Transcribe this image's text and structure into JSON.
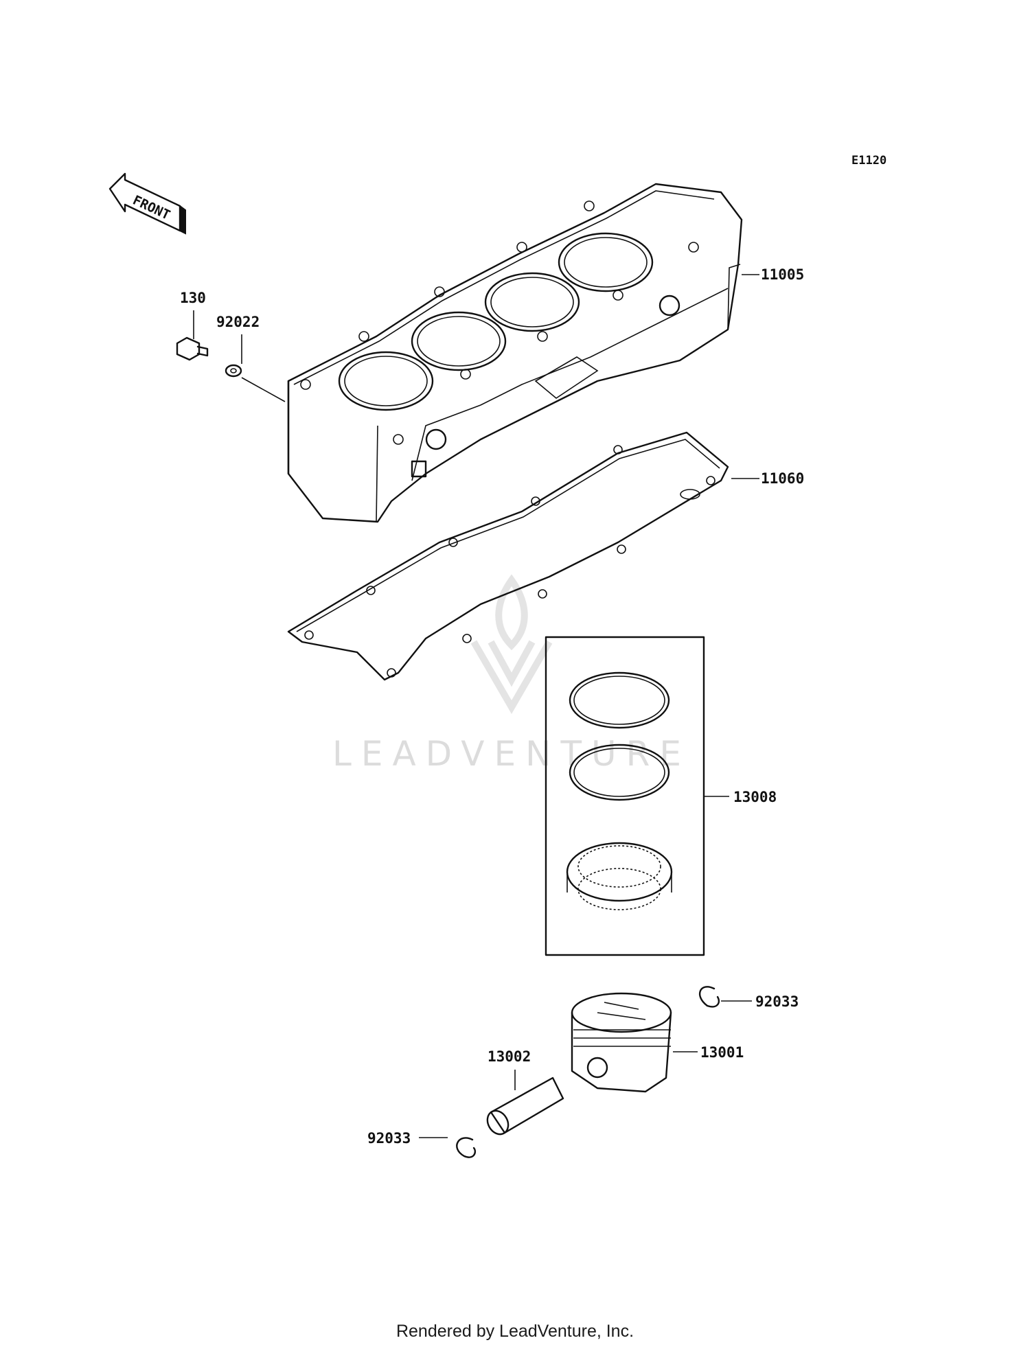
{
  "diagram_code": "E1120",
  "front_label": "FRONT",
  "callouts": {
    "cylinder": "11005",
    "gasket": "11060",
    "bolt": "130",
    "washer": "92022",
    "ring_set": "13008",
    "piston": "13001",
    "pin": "13002",
    "snap_ring_right": "92033",
    "snap_ring_left": "92033"
  },
  "watermark": "LEADVENTURE",
  "footer": "Rendered by LeadVenture, Inc."
}
